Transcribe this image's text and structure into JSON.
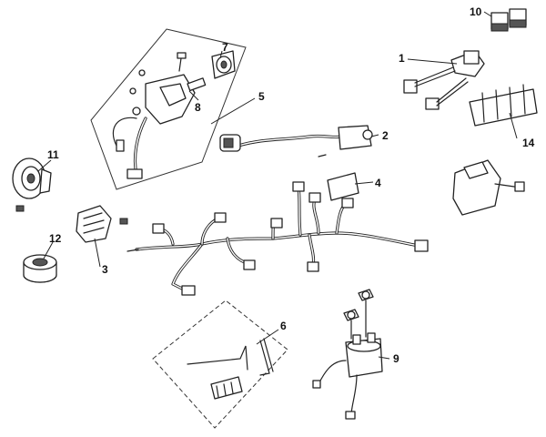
{
  "parts": [
    {
      "id": "p1",
      "label": "1"
    },
    {
      "id": "p2",
      "label": "2"
    },
    {
      "id": "p3",
      "label": "3"
    },
    {
      "id": "p4",
      "label": "4"
    },
    {
      "id": "p5",
      "label": "5"
    },
    {
      "id": "p6",
      "label": "6"
    },
    {
      "id": "p7",
      "label": "7"
    },
    {
      "id": "p8",
      "label": "8"
    },
    {
      "id": "p9",
      "label": "9"
    },
    {
      "id": "p10",
      "label": "10"
    },
    {
      "id": "p11",
      "label": "11"
    },
    {
      "id": "p12",
      "label": "12"
    },
    {
      "id": "p14",
      "label": "14"
    }
  ]
}
